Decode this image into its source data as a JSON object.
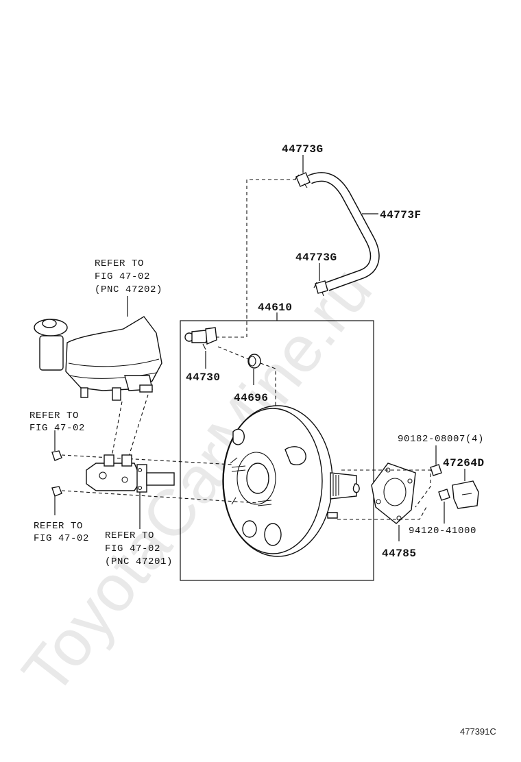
{
  "watermark": "ToyotaCarMine.ru",
  "figure_id": "477391C",
  "group_box_label": "44610",
  "callouts": {
    "hose_clip_top": "44773G",
    "vacuum_hose": "44773F",
    "hose_clip_lower": "44773G",
    "check_valve": "44730",
    "grommet": "44696",
    "bolt_right": "90182-08007(4)",
    "bracket": "47264D",
    "nut_right": "94120-41000",
    "gasket": "44785"
  },
  "references": {
    "reservoir": {
      "line1": "REFER TO",
      "line2": "FIG 47-02",
      "line3": "(PNC 47202)"
    },
    "nut_upper": {
      "line1": "REFER TO",
      "line2": "FIG 47-02"
    },
    "nut_lower": {
      "line1": "REFER TO",
      "line2": "FIG 47-02"
    },
    "master_cylinder": {
      "line1": "REFER TO",
      "line2": "FIG 47-02",
      "line3": "(PNC 47201)"
    }
  },
  "icons": {
    "booster": "brake-booster-icon",
    "reservoir": "reservoir-tank-icon",
    "master_cylinder": "master-cylinder-icon"
  }
}
